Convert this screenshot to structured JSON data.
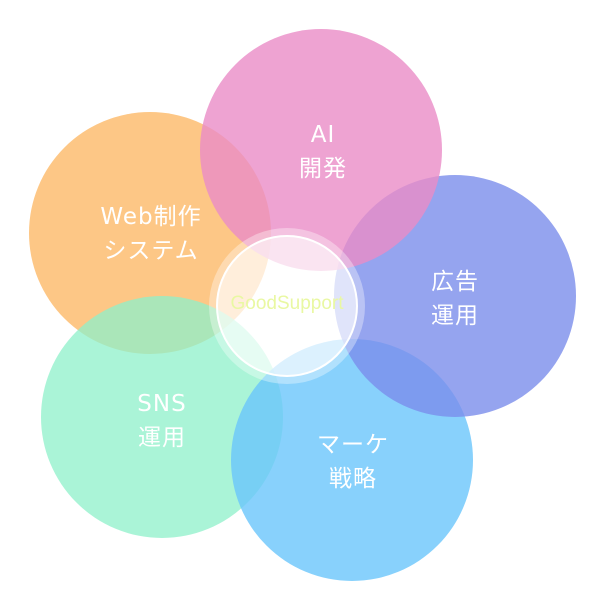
{
  "colors": {
    "ai": "#ea8cc7",
    "ad": "#7b8deb",
    "marketing": "#6ac6fb",
    "sns": "#8ef0c9",
    "web": "#fdb968",
    "center_text": "#e9f8a2",
    "center_ring": "#ffffff"
  },
  "center": {
    "label": "GoodSupport"
  },
  "petals": [
    {
      "key": "ai",
      "line1": "AI",
      "line2": "開発"
    },
    {
      "key": "ad",
      "line1": "広告",
      "line2": "運用"
    },
    {
      "key": "marketing",
      "line1": "マーケ",
      "line2": "戦略"
    },
    {
      "key": "sns",
      "line1": "SNS",
      "line2": "運用"
    },
    {
      "key": "web",
      "line1": "Web制作",
      "line2": "システム"
    }
  ]
}
